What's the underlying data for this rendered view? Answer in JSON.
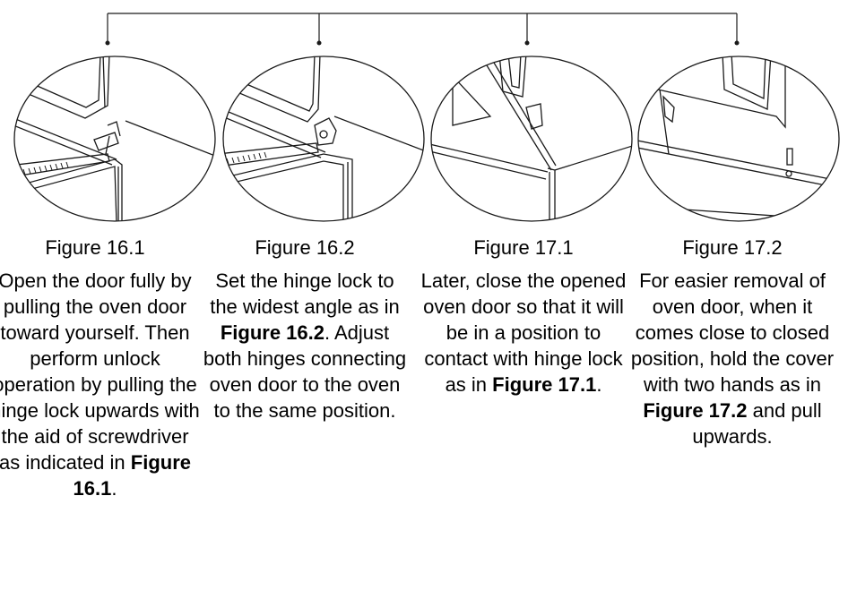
{
  "steps": [
    {
      "figure_label": "Figure 16.1",
      "text": [
        {
          "t": "Open the door fully by pulling the oven door toward yourself. Then perform unlock operation by pulling the hinge lock upwards with the aid of screwdriver as indicated in ",
          "bold": false
        },
        {
          "t": "Figure 16.1",
          "bold": true
        },
        {
          "t": ".",
          "bold": false
        }
      ]
    },
    {
      "figure_label": "Figure 16.2",
      "text": [
        {
          "t": "Set the hinge lock to the widest angle as in ",
          "bold": false
        },
        {
          "t": "Figure 16.2",
          "bold": true
        },
        {
          "t": ". Adjust both hinges connecting oven door to the oven to the same position.",
          "bold": false
        }
      ]
    },
    {
      "figure_label": "Figure 17.1",
      "text": [
        {
          "t": "Later, close the opened oven door so that it will be in a position to contact with hinge lock as in ",
          "bold": false
        },
        {
          "t": "Figure 17.1",
          "bold": true
        },
        {
          "t": ".",
          "bold": false
        }
      ]
    },
    {
      "figure_label": "Figure 17.2",
      "text": [
        {
          "t": "For easier removal of oven door, when it comes close to closed position, hold the cover with two hands as in ",
          "bold": false
        },
        {
          "t": "Figure 17.2",
          "bold": true
        },
        {
          "t": " and pull upwards.",
          "bold": false
        }
      ]
    }
  ],
  "colors": {
    "line": "#1a1a1a",
    "background": "#ffffff"
  }
}
